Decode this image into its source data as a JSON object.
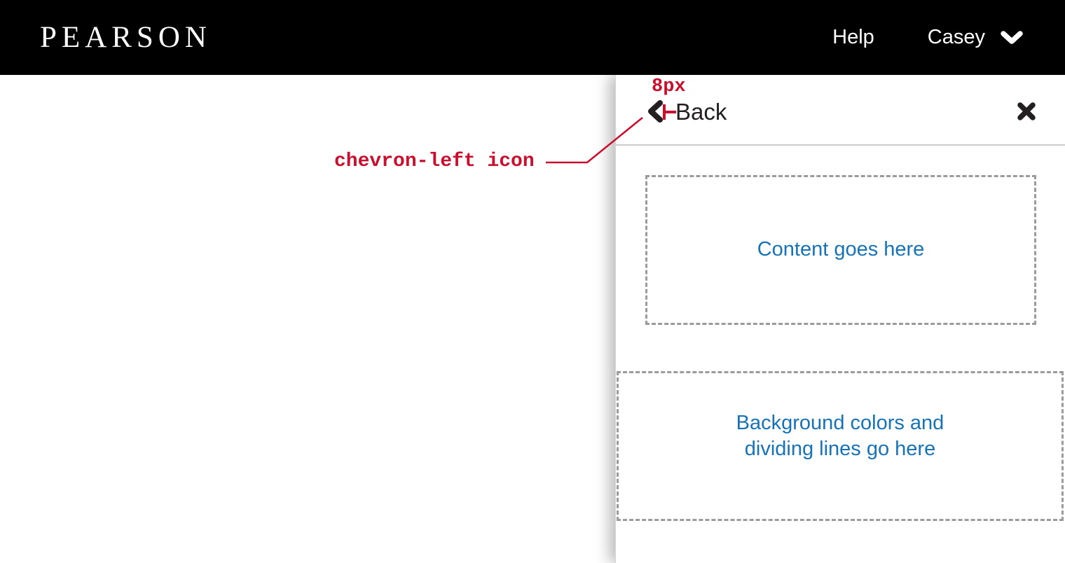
{
  "header": {
    "logo": "PEARSON",
    "help_label": "Help",
    "user_name": "Casey",
    "user_menu_icon": "chevron-down-icon"
  },
  "drawer": {
    "back_icon": "chevron-left-icon",
    "back_label": "Back",
    "close_icon": "close-icon",
    "placeholders": [
      {
        "text": "Content goes here"
      },
      {
        "line1": "Background colors and",
        "line2": "dividing lines go here"
      }
    ]
  },
  "annotations": {
    "spacing_label": "8px",
    "icon_label": "chevron-left icon",
    "marker": "8px-spacing-measurement-between-chevron-and-back-label"
  },
  "colors": {
    "header_bg": "#000000",
    "header_text": "#FFFFFF",
    "text_dark": "#231F20",
    "accent_blue": "#1673B8",
    "annotation_red": "#C8102E",
    "dashed_border": "#9B9B9B",
    "divider": "#CBCBCB"
  }
}
